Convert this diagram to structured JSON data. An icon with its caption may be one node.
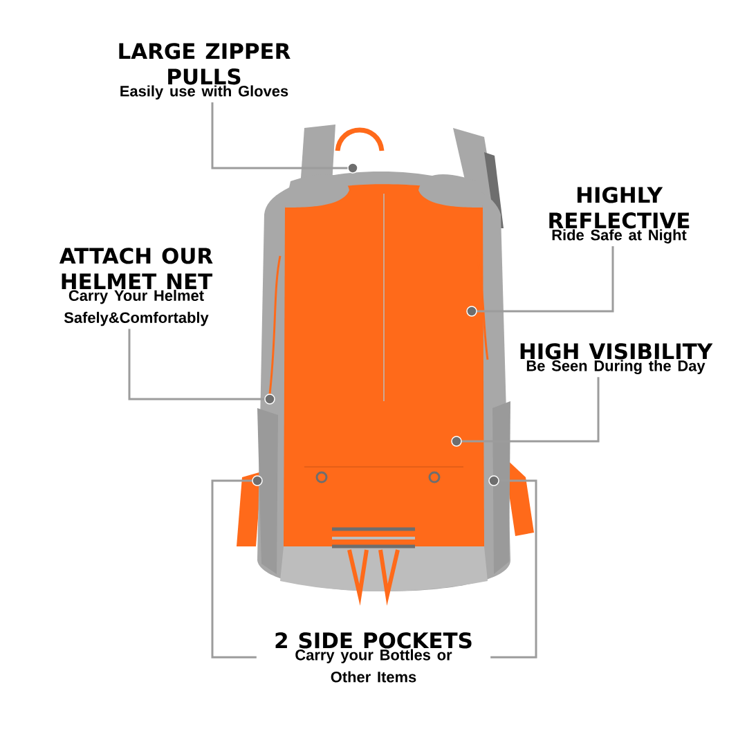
{
  "diagram": {
    "nodes": [
      {
        "text": [
          "LARGE ZIPPER PULLS",
          "Easily use with Gloves"
        ]
      },
      {
        "text": [
          "HIGHLY REFLECTIVE",
          "Ride Safe at Night"
        ]
      },
      {
        "text": [
          "ATTACH OUR HELMET NET",
          "Carry Your Helmet Safely&Comfortably"
        ]
      },
      {
        "text": [
          "HIGH VISIBILITY",
          "Be Seen During the Day"
        ]
      },
      {
        "text": [
          "2 SIDE POCKETS",
          "Carry your Bottles or Other Items"
        ]
      }
    ],
    "edges": [
      {
        "from": 0,
        "to": null,
        "arrow": "other"
      },
      {
        "from": 1,
        "to": null,
        "arrow": "other"
      },
      {
        "from": 2,
        "to": null,
        "arrow": "other"
      },
      {
        "from": 3,
        "to": null,
        "arrow": "other"
      },
      {
        "from": 4,
        "to": null,
        "arrow": "other"
      },
      {
        "from": 4,
        "to": null,
        "arrow": "other"
      }
    ]
  }
}
